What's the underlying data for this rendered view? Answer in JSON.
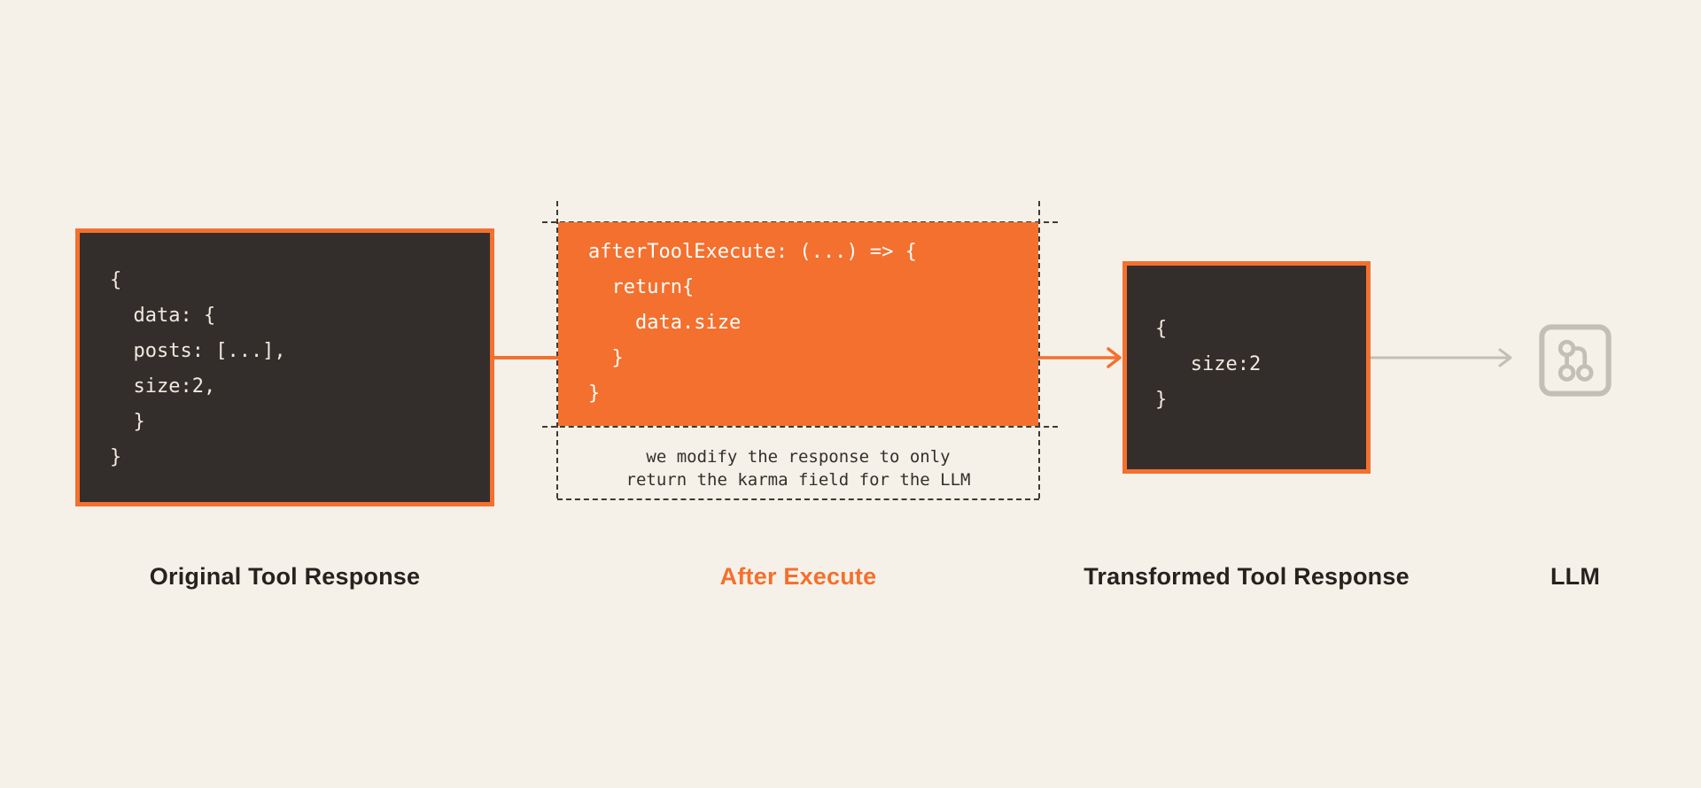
{
  "colors": {
    "background": "#f5f1e9",
    "accent_orange": "#f4702e",
    "box_dark": "#332e2b",
    "code_light": "#efe9df",
    "code_white": "#ffffff",
    "muted_gray": "#c3bfb6",
    "dash_dark": "#3e3a34",
    "label_dark": "#27221e"
  },
  "original_box": {
    "label": "Original Tool Response",
    "code_lines": [
      "{",
      "  data: {",
      "  posts: [...],",
      "  size:2,",
      "  }",
      "}"
    ]
  },
  "after_execute": {
    "label": "After Execute",
    "code_lines": [
      "afterToolExecute: (...) => {",
      "  return{",
      "    data.size",
      "  }",
      "}"
    ],
    "caption_lines": [
      "we modify the response to only",
      "return the karma field for the LLM"
    ]
  },
  "transformed_box": {
    "label": "Transformed Tool Response",
    "code_lines": [
      "{",
      "   size:2",
      "}"
    ]
  },
  "llm": {
    "label": "LLM",
    "icon": "git-fork-icon"
  }
}
